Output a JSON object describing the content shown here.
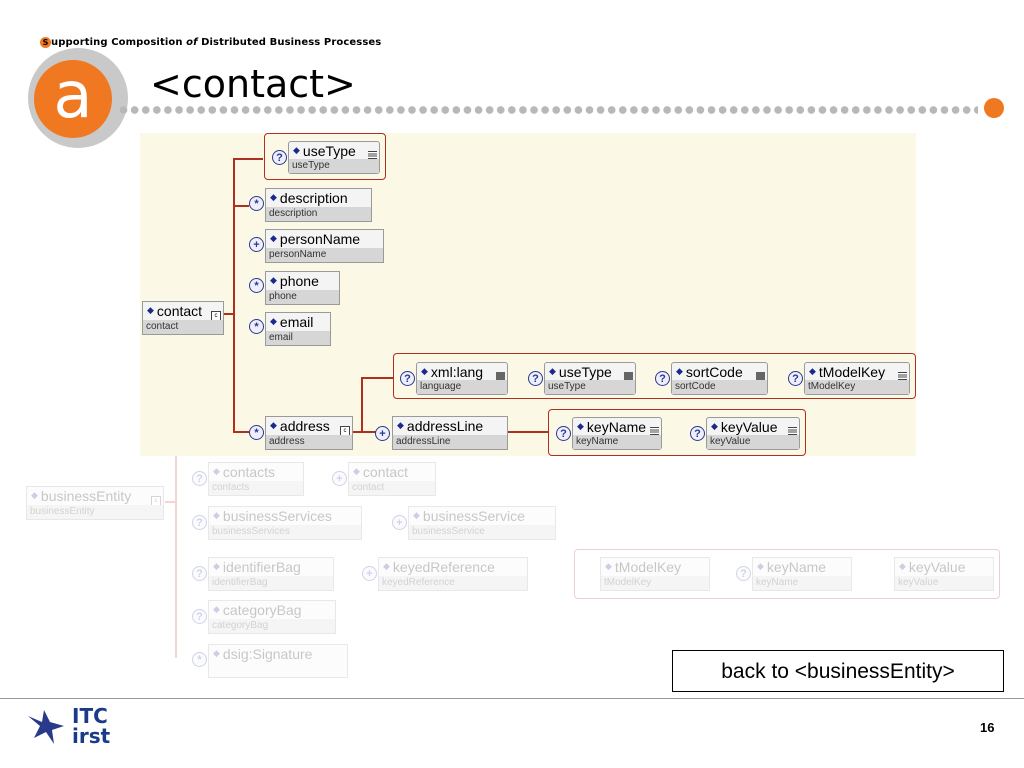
{
  "header": {
    "subtitle_s": "S",
    "subtitle_rest": "upporting  Composition ",
    "subtitle_of": "of",
    "subtitle_end": "  Distributed  Business  Processes",
    "logo_letter": "a",
    "title": "<contact>"
  },
  "diagram": {
    "contact": {
      "name": "contact",
      "type": "contact"
    },
    "useType": {
      "name": "useType",
      "type": "useType"
    },
    "description": {
      "name": "description",
      "type": "description"
    },
    "personName": {
      "name": "personName",
      "type": "personName"
    },
    "phone": {
      "name": "phone",
      "type": "phone"
    },
    "email": {
      "name": "email",
      "type": "email"
    },
    "address": {
      "name": "address",
      "type": "address"
    },
    "addressLine": {
      "name": "addressLine",
      "type": "addressLine"
    },
    "xml_lang": {
      "name": "xml:lang",
      "type": "language"
    },
    "addr_useType": {
      "name": "useType",
      "type": "useType"
    },
    "sortCode": {
      "name": "sortCode",
      "type": "sortCode"
    },
    "tModelKey": {
      "name": "tModelKey",
      "type": "tModelKey"
    },
    "keyName": {
      "name": "keyName",
      "type": "keyName"
    },
    "keyValue": {
      "name": "keyValue",
      "type": "keyValue"
    }
  },
  "faded": {
    "businessEntity": {
      "name": "businessEntity",
      "type": "businessEntity"
    },
    "contacts": {
      "name": "contacts",
      "type": "contacts"
    },
    "contact": {
      "name": "contact",
      "type": "contact"
    },
    "businessServices": {
      "name": "businessServices",
      "type": "businessServices"
    },
    "businessService": {
      "name": "businessService",
      "type": "businessService"
    },
    "identifierBag": {
      "name": "identifierBag",
      "type": "identifierBag"
    },
    "keyedReference": {
      "name": "keyedReference",
      "type": "keyedReference"
    },
    "tModelKey": {
      "name": "tModelKey",
      "type": "tModelKey"
    },
    "keyName": {
      "name": "keyName",
      "type": "keyName"
    },
    "keyValue": {
      "name": "keyValue",
      "type": "keyValue"
    },
    "categoryBag": {
      "name": "categoryBag",
      "type": "categoryBag"
    },
    "signature": {
      "name": "dsig:Signature"
    }
  },
  "back_button": "back to <businessEntity>",
  "footer": {
    "logo_line1": "ITC",
    "logo_line2": "irst",
    "page_number": "16"
  },
  "colors": {
    "accent": "#f07820",
    "diagram_bg": "#fbf8e6",
    "highlight_border": "#b03020"
  }
}
